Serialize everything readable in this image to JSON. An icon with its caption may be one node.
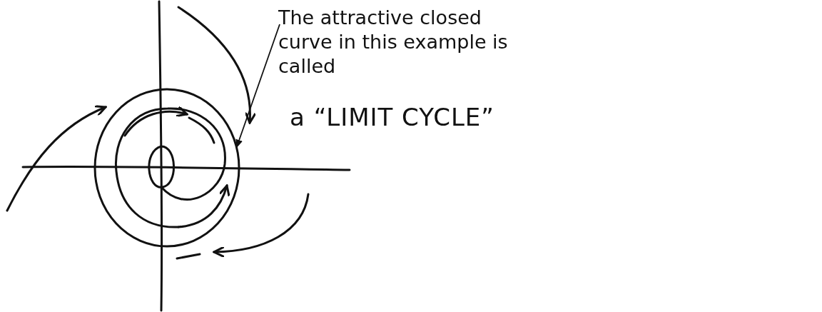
{
  "diagram": {
    "nodes": [
      {
        "text": [
          "The attractive closed curve in this example is called",
          "a “LIMIT CYCLE”"
        ]
      },
      {
        "text": [],
        "shape": "circle"
      }
    ],
    "edges": [
      {
        "from": 0,
        "to": 1,
        "arrow": "to"
      }
    ]
  }
}
